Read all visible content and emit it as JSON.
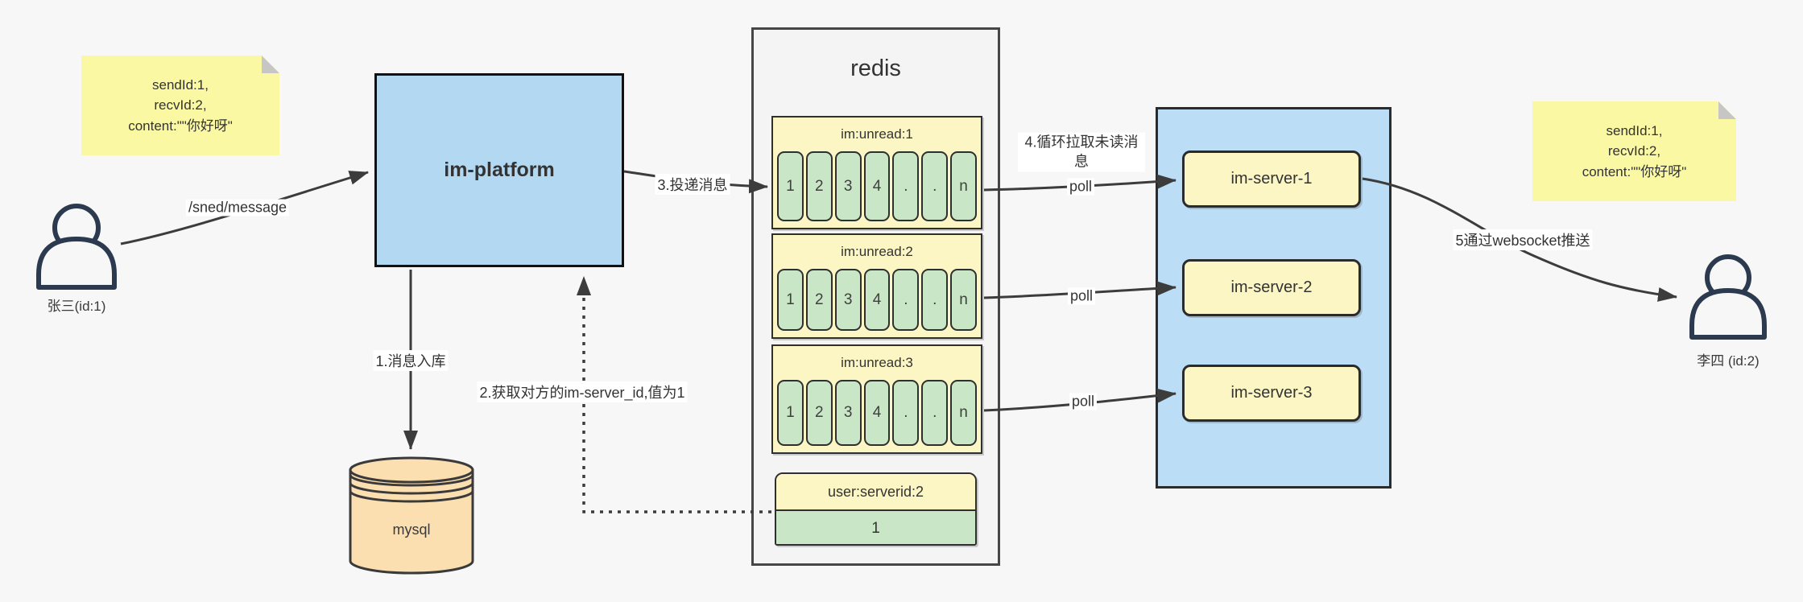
{
  "notes": {
    "left": {
      "line1": "sendId:1,",
      "line2": "recvId:2,",
      "line3": "content:\"\"你好呀\""
    },
    "right": {
      "line1": "sendId:1,",
      "line2": "recvId:2,",
      "line3": "content:\"\"你好呀\""
    }
  },
  "actors": {
    "sender": {
      "label": "张三(id:1)"
    },
    "receiver": {
      "label": "李四 (id:2)"
    }
  },
  "platform": {
    "label": "im-platform"
  },
  "database": {
    "label": "mysql"
  },
  "redis": {
    "title": "redis",
    "queues": [
      {
        "name": "im:unread:1",
        "cells": [
          "1",
          "2",
          "3",
          "4",
          ".",
          ".",
          "n"
        ]
      },
      {
        "name": "im:unread:2",
        "cells": [
          "1",
          "2",
          "3",
          "4",
          ".",
          ".",
          "n"
        ]
      },
      {
        "name": "im:unread:3",
        "cells": [
          "1",
          "2",
          "3",
          "4",
          ".",
          ".",
          "n"
        ]
      }
    ],
    "kv": {
      "key": "user:serverid:2",
      "value": "1"
    }
  },
  "servers": {
    "s1": "im-server-1",
    "s2": "im-server-2",
    "s3": "im-server-3"
  },
  "edges": {
    "send_api": "/sned/message",
    "step1": "1.消息入库",
    "step2": "2.获取对方的im-server_id,值为1",
    "step3": "3.投递消息",
    "step4": "4.循环拉取未读消息",
    "step5": "5通过websocket推送",
    "poll": "poll"
  },
  "colors": {
    "background": "#f7f7f7",
    "note_yellow": "#fbf8a3",
    "platform_blue": "#b3d9f2",
    "server_panel_blue": "#bbdef6",
    "queue_header_yellow": "#fcf6c5",
    "cell_green": "#c9e6c6",
    "mysql_orange": "#fcdfb1",
    "arrow_dark": "#3c3c3c",
    "actor_navy": "#2c3a4f"
  }
}
